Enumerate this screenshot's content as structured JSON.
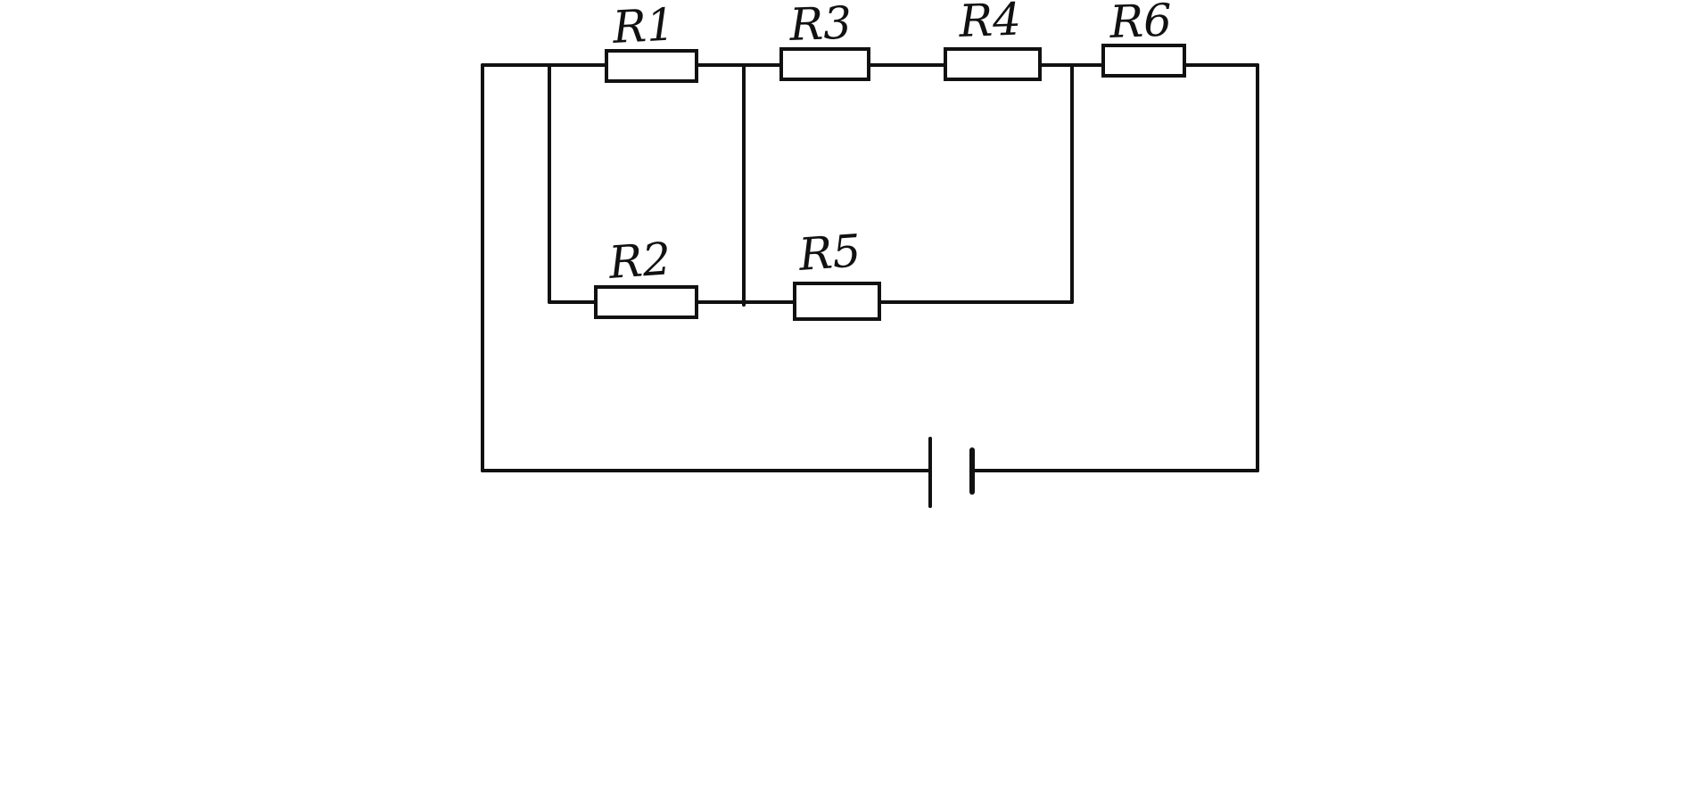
{
  "page": {
    "background": "#ffffff"
  },
  "diagram": {
    "kind": "hand-drawn-circuit-schematic",
    "stroke_color": "#111111",
    "components": {
      "r1": {
        "label": "R1",
        "type": "resistor"
      },
      "r2": {
        "label": "R2",
        "type": "resistor"
      },
      "r3": {
        "label": "R3",
        "type": "resistor"
      },
      "r4": {
        "label": "R4",
        "type": "resistor"
      },
      "r5": {
        "label": "R5",
        "type": "resistor"
      },
      "r6": {
        "label": "R6",
        "type": "resistor"
      },
      "battery": {
        "type": "battery-cell"
      }
    }
  }
}
